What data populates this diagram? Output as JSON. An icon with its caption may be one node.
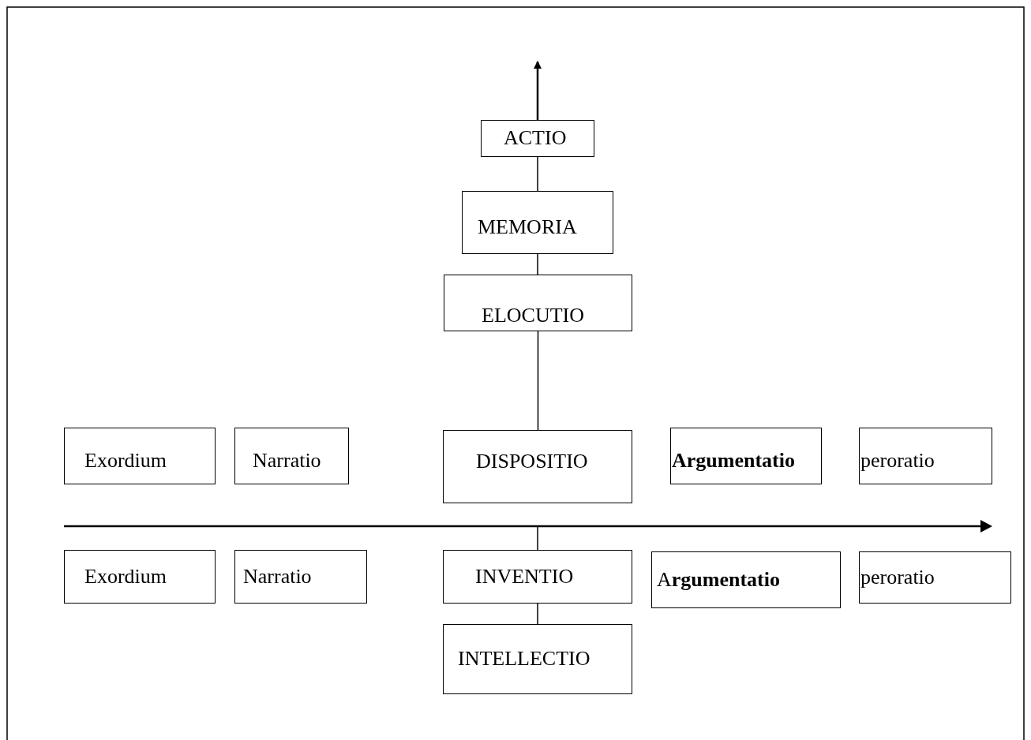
{
  "diagram": {
    "nodes": [
      {
        "text": [
          "ACTIO"
        ]
      },
      {
        "text": [
          "MEMORIA"
        ]
      },
      {
        "text": [
          "ELOCUTIO"
        ]
      },
      {
        "text": [
          "Exordium"
        ]
      },
      {
        "text": [
          "Narratio"
        ]
      },
      {
        "text": [
          "DISPOSITIO"
        ]
      },
      {
        "text": [
          "Argumentatio"
        ]
      },
      {
        "text": [
          "peroratio"
        ]
      },
      {
        "text": [
          "Exordium"
        ]
      },
      {
        "text": [
          "Narratio"
        ]
      },
      {
        "text": [
          "INVENTIO"
        ]
      },
      {
        "text": [
          "A**rgumentatio**"
        ]
      },
      {
        "text": [
          "peroratio"
        ]
      },
      {
        "text": [
          "INTELLECTIO"
        ]
      }
    ],
    "edges": [
      {
        "from": 0,
        "to": null,
        "arrow": "to"
      },
      {
        "from": 0,
        "to": 1,
        "arrow": "none"
      },
      {
        "from": 1,
        "to": 2,
        "arrow": "none"
      },
      {
        "from": 2,
        "to": 5,
        "arrow": "none"
      },
      {
        "from": null,
        "to": 10,
        "arrow": "none"
      },
      {
        "from": 10,
        "to": 13,
        "arrow": "none"
      }
    ]
  }
}
